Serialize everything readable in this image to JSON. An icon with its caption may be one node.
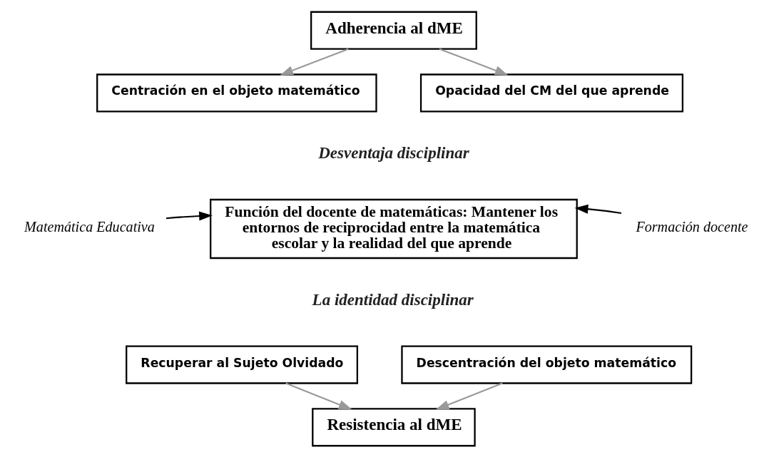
{
  "diagram": {
    "nodes": [
      {
        "text": [
          "Adherencia al dME"
        ]
      },
      {
        "text": [
          "Centración en el objeto matemático"
        ]
      },
      {
        "text": [
          "Opacidad del CM del que aprende"
        ]
      },
      {
        "text": [
          "Función del docente de matemáticas: Mantener los entornos de reciprocidad entre la matemática escolar y la realidad del que aprende"
        ]
      },
      {
        "text": [
          "Matemática Educativa"
        ]
      },
      {
        "text": [
          "Formación docente"
        ]
      },
      {
        "text": [
          "Recuperar al Sujeto Olvidado"
        ]
      },
      {
        "text": [
          "Descentración del objeto matemático"
        ]
      },
      {
        "text": [
          "Resistencia al dME"
        ]
      }
    ],
    "edges": [
      {
        "from": 0,
        "to": 1,
        "arrow": "to"
      },
      {
        "from": 0,
        "to": 2,
        "arrow": "to"
      },
      {
        "from": 4,
        "to": 3,
        "arrow": "to",
        "color": "#000000"
      },
      {
        "from": 5,
        "to": 3,
        "arrow": "to",
        "color": "#000000"
      },
      {
        "from": 6,
        "to": 8,
        "arrow": "to"
      },
      {
        "from": 7,
        "to": 8,
        "arrow": "to"
      }
    ],
    "labels": [
      "Desventaja disciplinar",
      "La identidad disciplinar"
    ]
  }
}
